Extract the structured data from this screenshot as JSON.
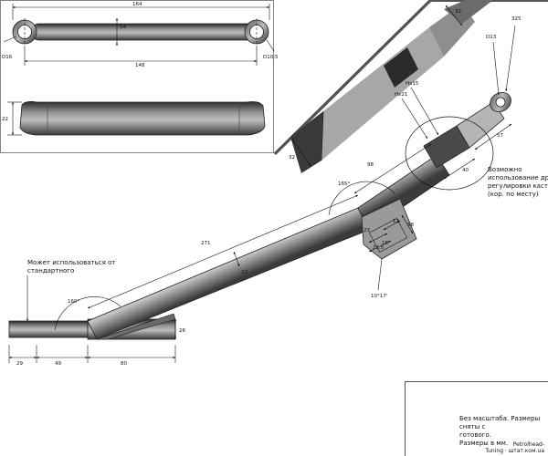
{
  "top_rod": {
    "dims": {
      "overall_length": "164",
      "center_distance": "148",
      "thickness": "14",
      "hole_left": "D16",
      "hole_right": "D10,5",
      "side_height": "22"
    }
  },
  "inset_photo": {
    "dims": {
      "top": "32",
      "bottom": "32"
    }
  },
  "main_arm": {
    "dims": {
      "end_length": "325",
      "end_hole": "D13",
      "nut_left": "Hx15",
      "nut_right": "Hx21",
      "thread_length": "57",
      "nut_block": "40",
      "bent_length": "98",
      "bend_angle_top": "165°",
      "bracket_a": "58",
      "bracket_b": "18",
      "bracket_c": "21,5",
      "bracket_d": "23",
      "bracket_e": "12",
      "bracket_angle": "10°17'",
      "long_length": "271",
      "diameter": "22",
      "bend_angle_bottom": "160°",
      "stub_height": "26",
      "stub_a": "29",
      "stub_b": "49",
      "stub_c": "80"
    },
    "note_caster": [
      "Возможно",
      "использование другой",
      "регулировки кастора.",
      "(кор.  по месту)"
    ],
    "note_standard": [
      "Может использоваться от",
      "стандартного"
    ]
  },
  "stamp": {
    "lines": [
      "Без масштаба. Размеры сняты с",
      "готового.",
      "Размеры в мм."
    ]
  },
  "credit": {
    "line1": "Petrolhead-",
    "line2": "Tuning · штат.ком.ua"
  }
}
